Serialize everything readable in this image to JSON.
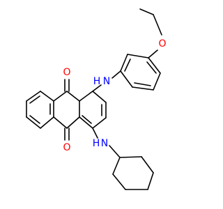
{
  "molecule": {
    "atoms": [
      {
        "id": "O_ether",
        "label": "O",
        "color": "#ff0000"
      },
      {
        "id": "N_aryl",
        "label": "N",
        "color": "#0000ff"
      },
      {
        "id": "H_aryl",
        "label": "H",
        "color": "#0000ff"
      },
      {
        "id": "O_top",
        "label": "O",
        "color": "#ff0000"
      },
      {
        "id": "O_bottom",
        "label": "O",
        "color": "#ff0000"
      },
      {
        "id": "H_cy",
        "label": "H",
        "color": "#0000ff"
      },
      {
        "id": "N_cy",
        "label": "N",
        "color": "#0000ff"
      }
    ]
  }
}
